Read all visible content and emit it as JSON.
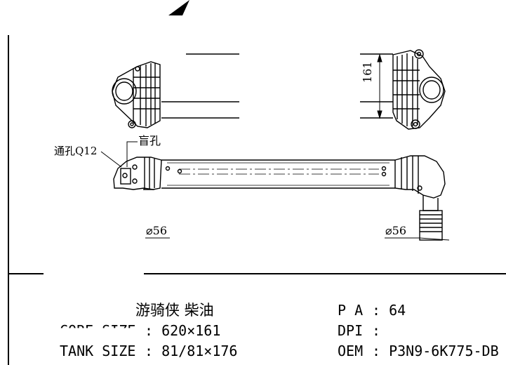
{
  "callouts": {
    "through_hole": "通孔Q12",
    "blind_hole": "盲孔"
  },
  "dimensions": {
    "height": "161",
    "diameter_left": "⌀56",
    "diameter_right": "⌀56"
  },
  "spec": {
    "model": "游骑侠 柴油",
    "core_size_label": "CORE SIZE",
    "core_size_value": ": 620×161",
    "tank_size_label": "TANK SIZE",
    "tank_size_value": ": 81/81×176",
    "pa_label": "P A",
    "pa_value": ": 64",
    "dpi_label": "DPI",
    "dpi_value": ":",
    "oem_label": "OEM",
    "oem_value": ": P3N9-6K775-DB"
  }
}
